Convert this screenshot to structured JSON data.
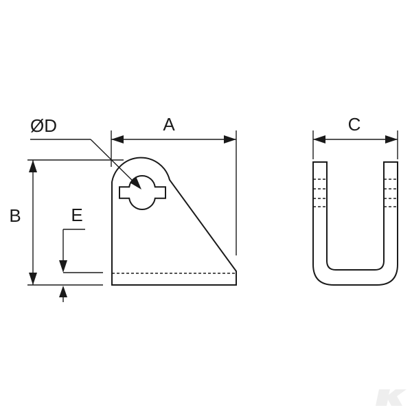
{
  "labels": {
    "diameter": "ØD",
    "a": "A",
    "b": "B",
    "c": "C",
    "e": "E"
  },
  "colors": {
    "line": "#1a1a1a",
    "background": "#ffffff",
    "watermark": "#eeeeee"
  },
  "watermark_icon": "k-logo-icon"
}
